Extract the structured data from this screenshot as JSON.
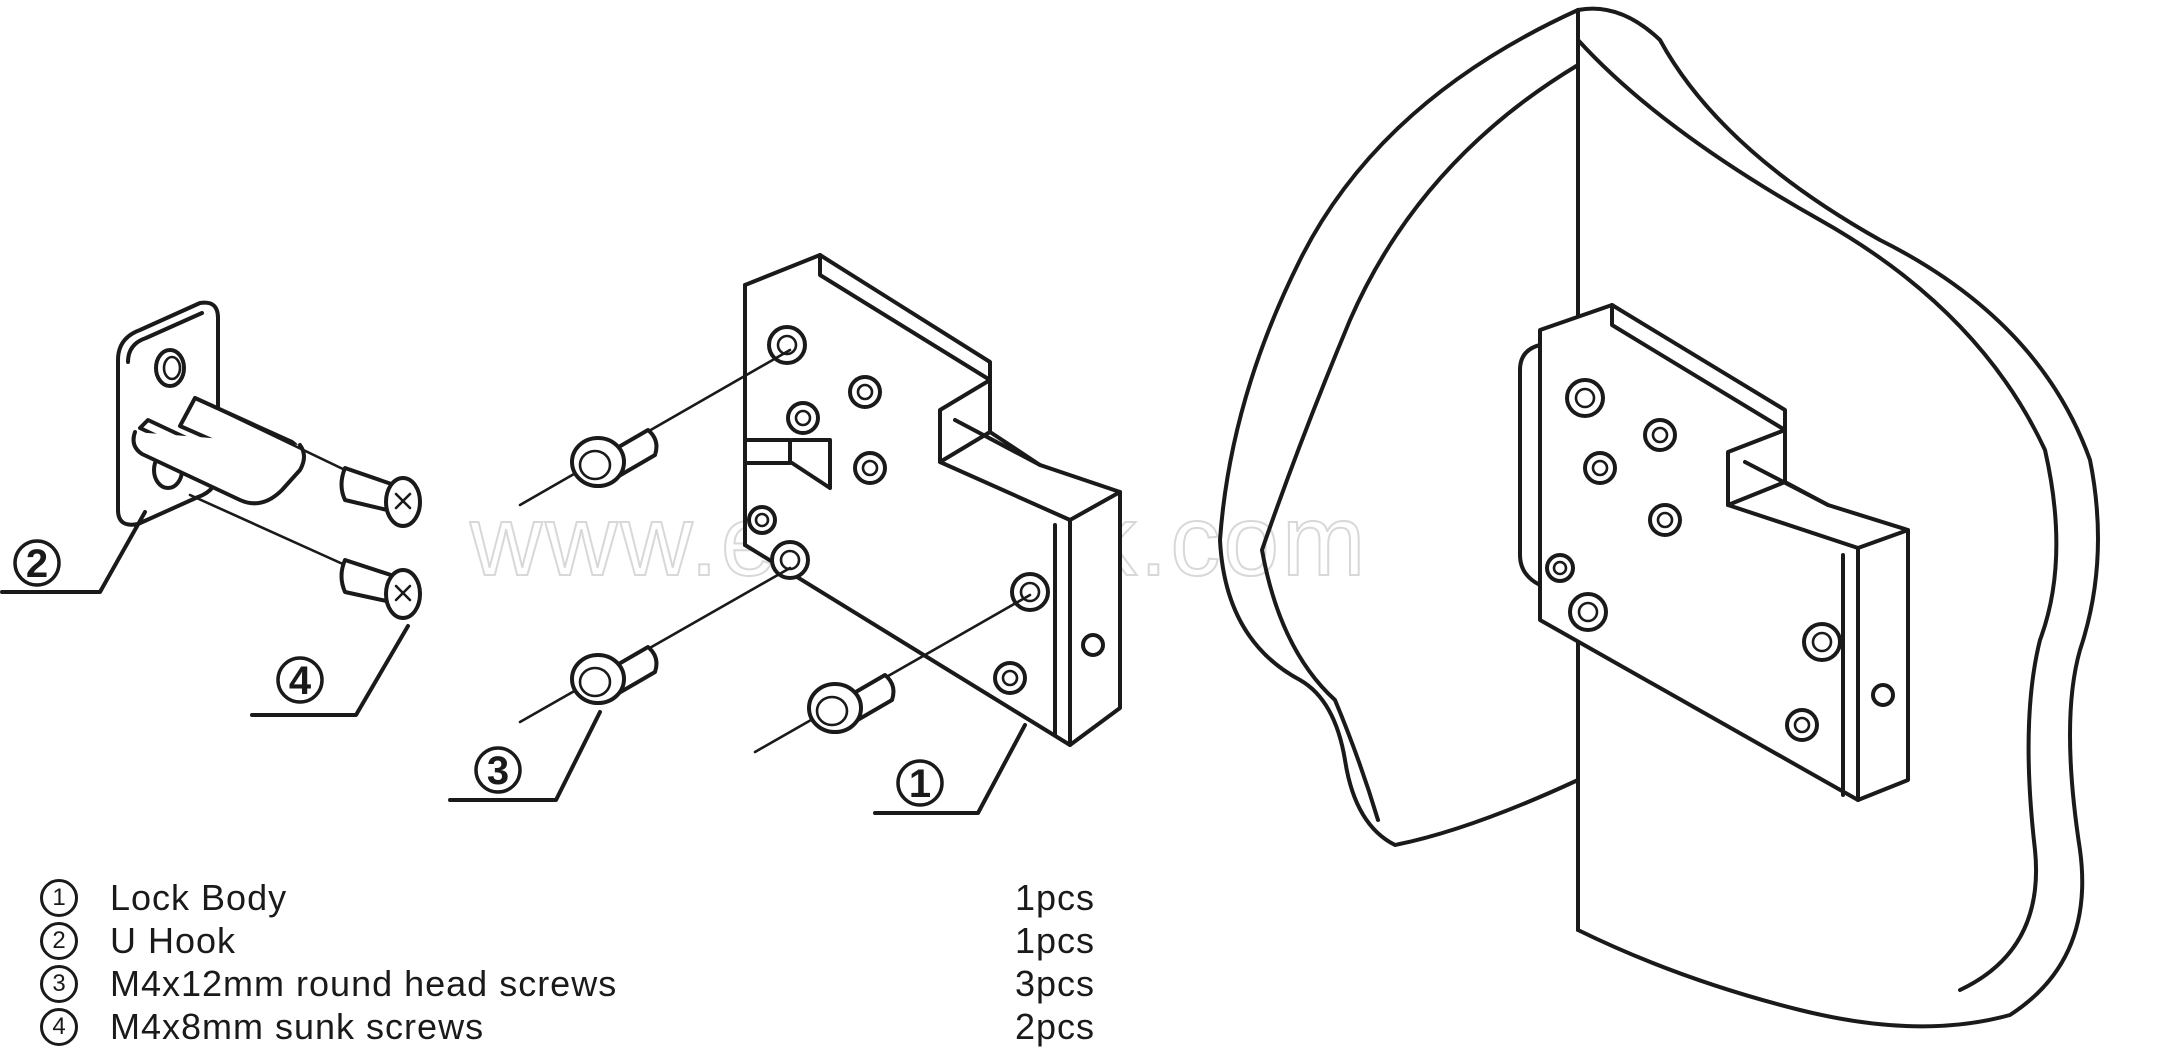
{
  "watermark": "www.eboxlock.com",
  "callouts": [
    {
      "number": "1"
    },
    {
      "number": "2"
    },
    {
      "number": "3"
    },
    {
      "number": "4"
    }
  ],
  "parts": [
    {
      "number": "1",
      "name": "Lock Body",
      "qty": "1pcs"
    },
    {
      "number": "2",
      "name": "U Hook",
      "qty": "1pcs"
    },
    {
      "number": "3",
      "name": "M4x12mm round head screws",
      "qty": "3pcs"
    },
    {
      "number": "4",
      "name": "M4x8mm sunk screws",
      "qty": "2pcs"
    }
  ]
}
